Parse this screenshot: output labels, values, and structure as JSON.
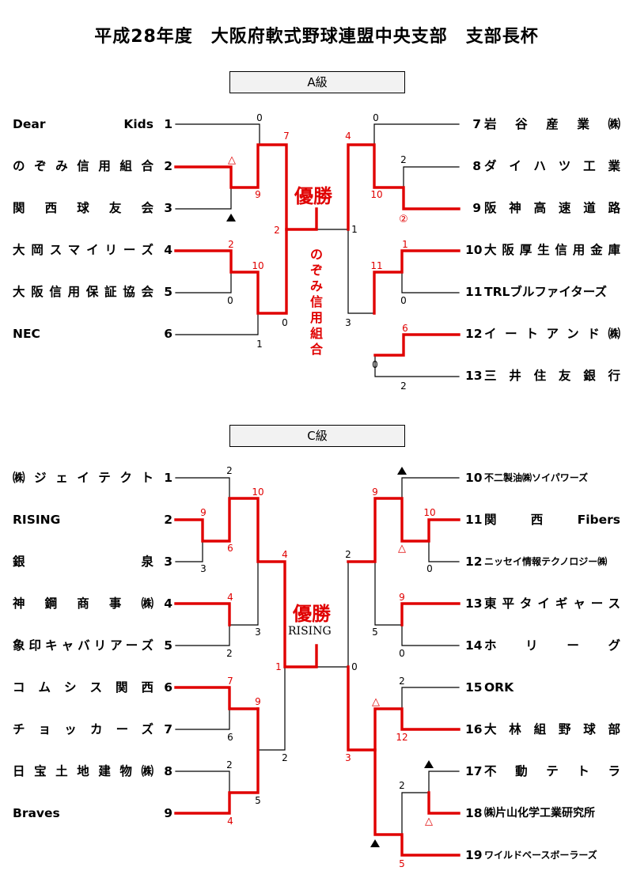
{
  "title": "平成28年度　大阪府軟式野球連盟中央支部　支部長杯",
  "a_class": {
    "header": "A級",
    "left_teams": [
      {
        "num": "1",
        "name": "Dear Kids"
      },
      {
        "num": "2",
        "name": "のぞみ信用組合"
      },
      {
        "num": "3",
        "name": "関西球友会"
      },
      {
        "num": "4",
        "name": "大岡スマイリーズ"
      },
      {
        "num": "5",
        "name": "大阪信用保証協会"
      },
      {
        "num": "6",
        "name": "NEC"
      }
    ],
    "right_teams": [
      {
        "num": "7",
        "name": "岩谷産業㈱"
      },
      {
        "num": "8",
        "name": "ダイハツ工業"
      },
      {
        "num": "9",
        "name": "阪神高速道路"
      },
      {
        "num": "10",
        "name": "大阪厚生信用金庫"
      },
      {
        "num": "11",
        "name": "TRLブルファイターズ"
      },
      {
        "num": "12",
        "name": "イートアンド㈱"
      },
      {
        "num": "13",
        "name": "三井住友銀行"
      }
    ],
    "champion_label": "優勝",
    "champion_team": "のぞみ信用組合"
  },
  "c_class": {
    "header": "C級",
    "left_teams": [
      {
        "num": "1",
        "name": "㈱ジェイテクト"
      },
      {
        "num": "2",
        "name": "RISING"
      },
      {
        "num": "3",
        "name": "銀泉"
      },
      {
        "num": "4",
        "name": "神鋼商事㈱"
      },
      {
        "num": "5",
        "name": "象印キャバリアーズ"
      },
      {
        "num": "6",
        "name": "コムシス関西"
      },
      {
        "num": "7",
        "name": "チョッカーズ"
      },
      {
        "num": "8",
        "name": "日宝土地建物㈱"
      },
      {
        "num": "9",
        "name": "Braves"
      }
    ],
    "right_teams": [
      {
        "num": "10",
        "name": "不二製油㈱ソイパワーズ"
      },
      {
        "num": "11",
        "name": "関西Fibers"
      },
      {
        "num": "12",
        "name": "ニッセイ情報テクノロジー㈱"
      },
      {
        "num": "13",
        "name": "東平タイギャース"
      },
      {
        "num": "14",
        "name": "ホリーグ"
      },
      {
        "num": "15",
        "name": "ORK"
      },
      {
        "num": "16",
        "name": "大林組野球部"
      },
      {
        "num": "17",
        "name": "不動テトラ"
      },
      {
        "num": "18",
        "name": "㈱片山化学工業研究所"
      },
      {
        "num": "19",
        "name": "ワイルドベースボーラーズ"
      }
    ],
    "champion_label": "優勝",
    "champion_team": "RISING"
  },
  "colors": {
    "winner_line": "#e00000",
    "loser_line": "#000000"
  },
  "scores": {
    "a": [
      "0",
      "7",
      "9",
      "△",
      "2",
      "10",
      "0",
      "0",
      "1",
      "2",
      "1",
      "0",
      "4",
      "10",
      "②",
      "2",
      "1",
      "11",
      "0",
      "3",
      "6",
      "0",
      "2"
    ],
    "c": [
      "2",
      "10",
      "9",
      "6",
      "3",
      "4",
      "4",
      "3",
      "2",
      "7",
      "9",
      "6",
      "2",
      "5",
      "4",
      "2",
      "1",
      "0",
      "9",
      "△",
      "10",
      "0",
      "2",
      "9",
      "5",
      "0",
      "2",
      "12",
      "△",
      "2",
      "△",
      "5",
      "3"
    ]
  }
}
